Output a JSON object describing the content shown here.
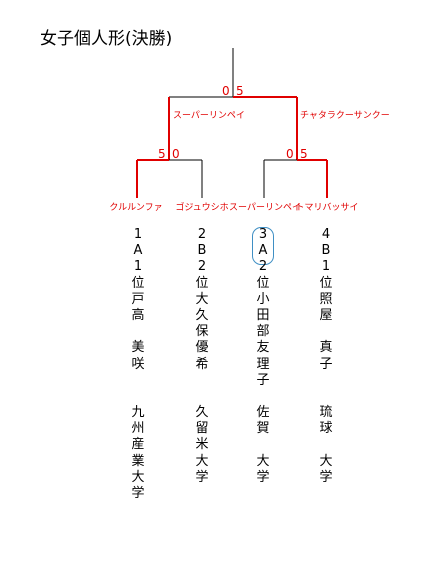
{
  "title": "女子個人形(決勝)",
  "final": {
    "left_score": "0",
    "right_score": "5"
  },
  "semifinals": [
    {
      "technique": "スーパーリンペイ",
      "left_score": "5",
      "right_score": "0"
    },
    {
      "technique": "チャタラクーサンクー",
      "left_score": "0",
      "right_score": "5"
    }
  ],
  "competitors": [
    {
      "technique": "クルルンファ",
      "seed": [
        "1",
        "A",
        "1",
        "位"
      ],
      "surname": [
        "戸",
        "高"
      ],
      "given": [
        "美",
        "咲"
      ],
      "school": [
        "九",
        "州",
        "産",
        "業",
        "大",
        "学"
      ]
    },
    {
      "technique": "ゴジュウシホ",
      "seed": [
        "2",
        "B",
        "2",
        "位"
      ],
      "surname": [
        "大",
        "久",
        "保"
      ],
      "given": [
        "優",
        "希"
      ],
      "school": [
        "久",
        "留",
        "米",
        "大",
        "学"
      ]
    },
    {
      "technique": "スーパーリンペイ",
      "seed": [
        "3",
        "A",
        "2",
        "位"
      ],
      "surname": [
        "小",
        "田",
        "部"
      ],
      "given": [
        "友",
        "理",
        "子"
      ],
      "school": [
        "佐",
        "賀",
        "",
        "大",
        "学"
      ]
    },
    {
      "technique": "トマリバッサイ",
      "seed": [
        "4",
        "B",
        "1",
        "位"
      ],
      "surname": [
        "照",
        "屋"
      ],
      "given": [
        "真",
        "子"
      ],
      "school": [
        "琉",
        "球",
        "",
        "大",
        "学"
      ]
    }
  ],
  "colors": {
    "winner_line": "#e00000",
    "score_text": "#e00000",
    "highlight_oval": "#3f8fc4"
  }
}
